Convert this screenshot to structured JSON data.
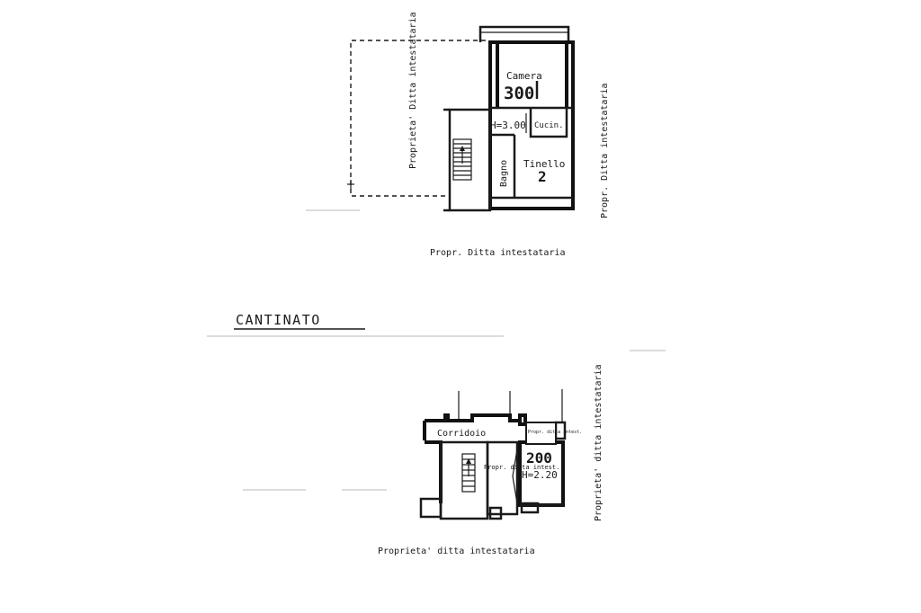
{
  "upper_floor": {
    "left_property_label": "Proprieta' Ditta intestataria",
    "right_property_label": "Propr. Ditta intestataria",
    "bottom_property_label": "Propr. Ditta intestataria",
    "room_camera": "Camera",
    "room_camera_number": "300",
    "height_label": "H=3.00",
    "room_cucina": "Cucin.",
    "room_bagno": "Bagno",
    "room_tinello": "Tinello",
    "mark_tinello": "2"
  },
  "basement": {
    "title": "CANTINATO",
    "corridor_label": "Corridoio",
    "property_left_label": "Propr. ditta intest.",
    "property_box_label": "Propr. ditta intest.",
    "cellar_number": "200",
    "height_label": "H=2.20",
    "right_property_label": "Proprieta' ditta intestataria",
    "bottom_property_label": "Proprieta' ditta intestataria"
  }
}
